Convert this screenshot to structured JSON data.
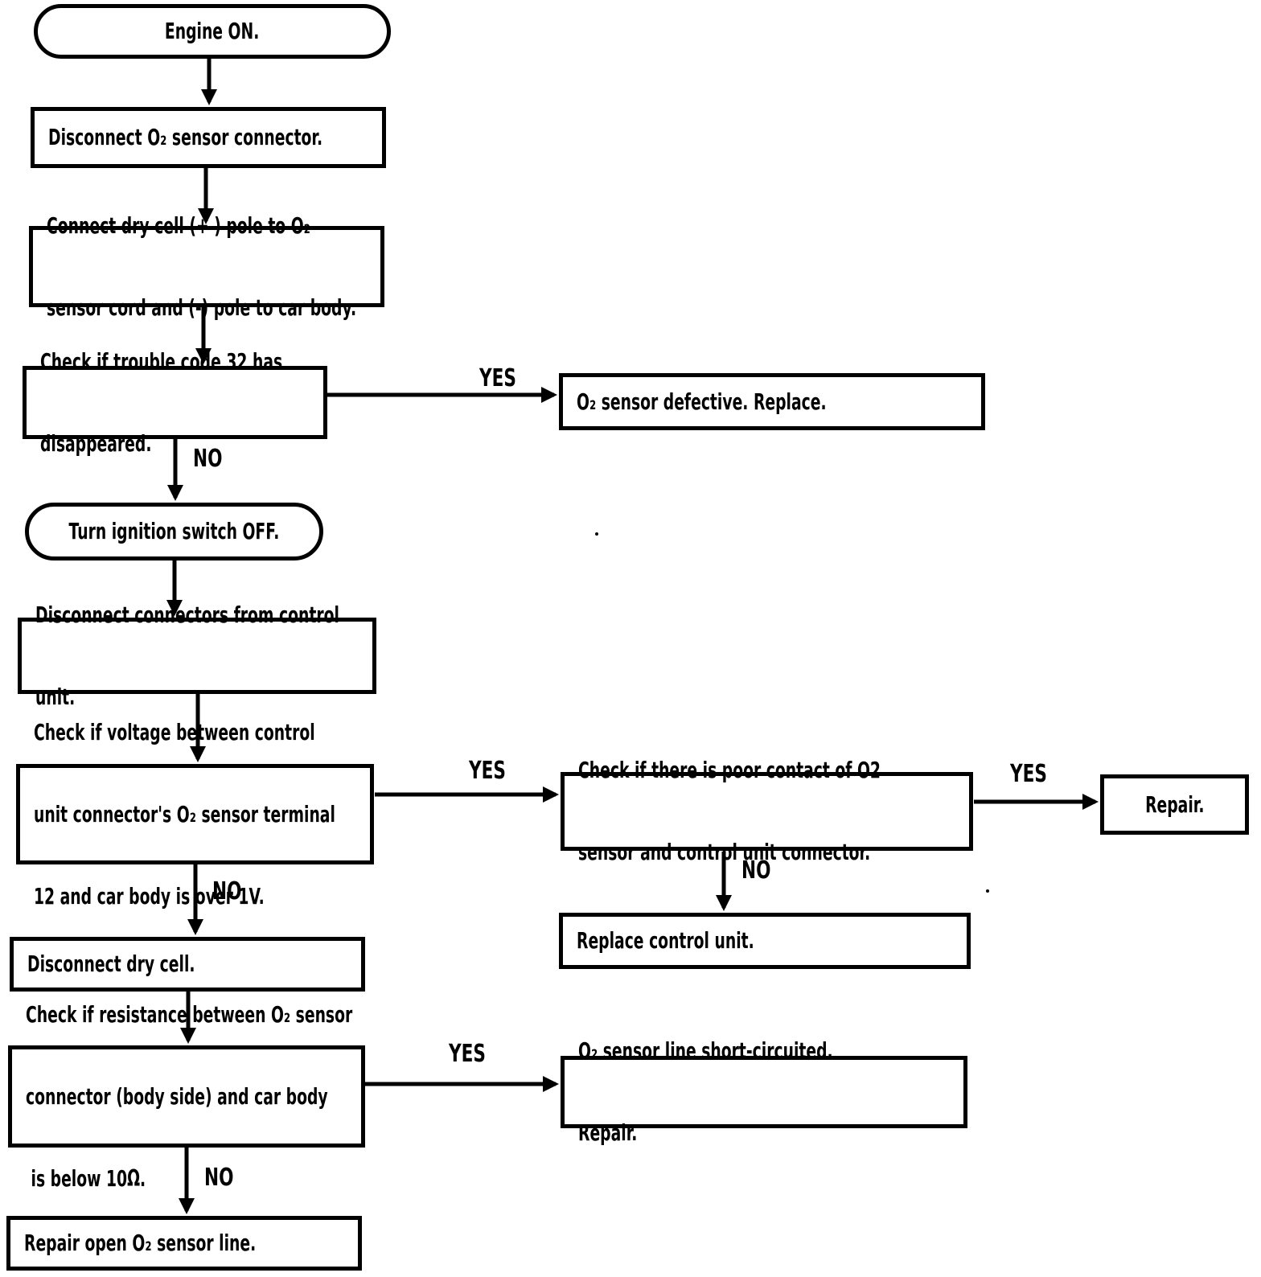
{
  "nodes": {
    "engine_on": {
      "text": "Engine ON."
    },
    "disconnect_o2_connector": {
      "text": "Disconnect O₂ sensor connector."
    },
    "connect_dry_cell": {
      "lines": [
        "Connect dry cell (+ ) pole to O₂",
        "sensor cord and (-) pole to car body."
      ]
    },
    "check_code_32": {
      "lines": [
        "Check if trouble code 32 has",
        "disappeared."
      ]
    },
    "o2_sensor_defective": {
      "text": "O₂ sensor defective. Replace."
    },
    "turn_ignition_off": {
      "text": "Turn ignition switch OFF."
    },
    "disconnect_connectors": {
      "lines": [
        "Disconnect connectors from control",
        "unit."
      ]
    },
    "check_voltage": {
      "lines": [
        "Check if voltage between control",
        "unit connector's O₂ sensor terminal",
        "12 and car body is over 1V."
      ]
    },
    "poor_contact": {
      "lines": [
        "Check if there is poor contact of O2",
        "sensor and control unit connector."
      ]
    },
    "repair": {
      "text": "Repair."
    },
    "replace_control_unit": {
      "text": "Replace control unit."
    },
    "disconnect_dry_cell": {
      "text": "Disconnect dry cell."
    },
    "check_resistance": {
      "lines": [
        "Check if resistance between O₂ sensor",
        "connector (body side) and car body",
        " is below 10Ω."
      ]
    },
    "short_circuited": {
      "lines": [
        "O₂ sensor line short-circuited.",
        "Repair."
      ]
    },
    "repair_open_line": {
      "text": "Repair open O₂ sensor line."
    }
  },
  "edge_labels": {
    "code32_yes": "YES",
    "code32_no": "NO",
    "voltage_yes": "YES",
    "voltage_no": "NO",
    "poor_contact_yes": "YES",
    "poor_contact_no": "NO",
    "resistance_yes": "YES",
    "resistance_no": "NO"
  },
  "colors": {
    "ink": "#000000",
    "paper": "#ffffff"
  }
}
